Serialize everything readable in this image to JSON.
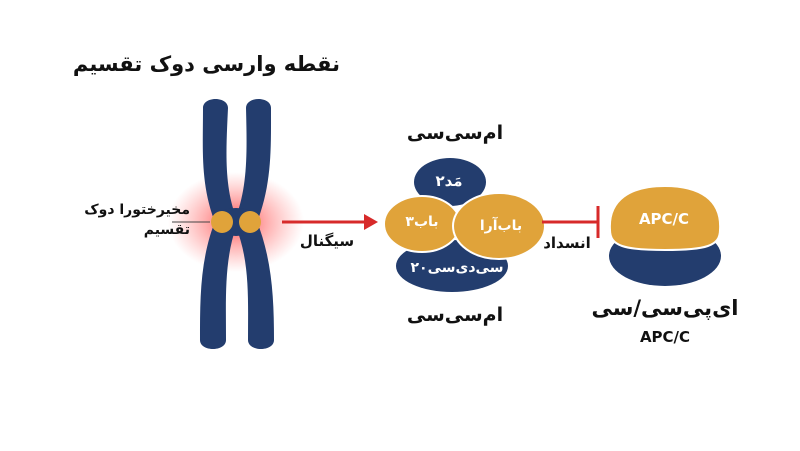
{
  "title": "نقطه وارسی دوک تقسیم",
  "kinetochore_label": "مخیرختورا دوک تقسیم",
  "signal_label": "سیگنال",
  "mcc_top_label": "ام‌سی‌سی",
  "mcc_bottom_label": "ام‌سی‌سی",
  "inhibition_label": "انسداد",
  "components": {
    "mad2": "مَد۲",
    "bub3": "باب۳",
    "bubr1": "باب‌آرا",
    "cdc20": "سی‌دی‌سی۲۰",
    "apc_box": "APC/C"
  },
  "apc_label_fa": "ای‌پی‌سی/سی",
  "apc_label_en": "APC/C",
  "colors": {
    "chromosome": "#233d6e",
    "protein_gold": "#e0a33a",
    "arrow_red": "#d72a2a",
    "glow_red": "#ff3b3b",
    "text": "#111111"
  }
}
